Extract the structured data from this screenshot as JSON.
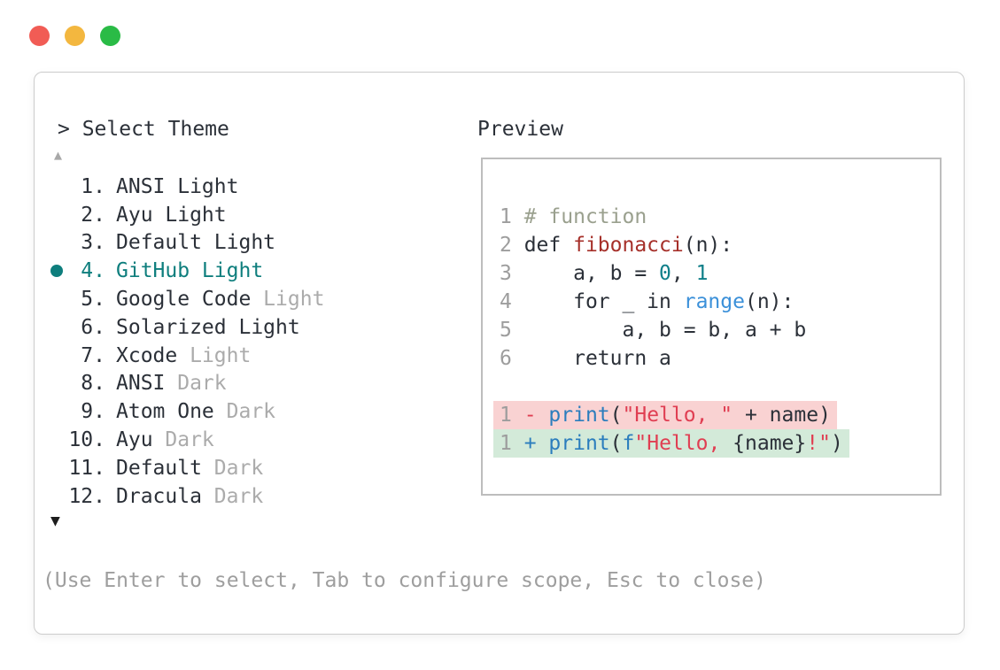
{
  "colors": {
    "close_red": "#f15c55",
    "min_yellow": "#f3b73f",
    "zoom_green": "#2abb46",
    "panel_border": "#cccccc",
    "preview_border": "#bdbdbd",
    "fg": "#2b3038",
    "muted": "#ababab",
    "footer": "#9e9e9e",
    "linenum": "#9d9d9d",
    "selected": "#0e7e7d",
    "scroll_up": "#a8a8a8",
    "scroll_down": "#1d1d1d",
    "comment": "#9aa08e",
    "func": "#a6302a",
    "numlit": "#0f7f89",
    "blue": "#3b90d9",
    "blue2": "#2b7dbd",
    "string": "#e03e52",
    "removed_bg": "#f9d2d2",
    "added_bg": "#d3ead9"
  },
  "selector": {
    "prompt": "> Select Theme",
    "scroll_up": "▲",
    "scroll_down": "▼",
    "hint": "(Use Enter to select, Tab to configure scope, Esc to close)",
    "selected_number": 4,
    "items": [
      {
        "num": "1.",
        "label": "ANSI Light",
        "muted": "",
        "selected": false
      },
      {
        "num": "2.",
        "label": "Ayu Light",
        "muted": "",
        "selected": false
      },
      {
        "num": "3.",
        "label": "Default Light",
        "muted": "",
        "selected": false
      },
      {
        "num": "4.",
        "label": "GitHub Light",
        "muted": "",
        "selected": true
      },
      {
        "num": "5.",
        "label": "Google Code",
        "muted": "Light",
        "selected": false
      },
      {
        "num": "6.",
        "label": "Solarized Light",
        "muted": "",
        "selected": false
      },
      {
        "num": "7.",
        "label": "Xcode",
        "muted": "Light",
        "selected": false
      },
      {
        "num": "8.",
        "label": "ANSI",
        "muted": "Dark",
        "selected": false
      },
      {
        "num": "9.",
        "label": "Atom One",
        "muted": "Dark",
        "selected": false
      },
      {
        "num": "10.",
        "label": "Ayu",
        "muted": "Dark",
        "selected": false
      },
      {
        "num": "11.",
        "label": "Default",
        "muted": "Dark",
        "selected": false
      },
      {
        "num": "12.",
        "label": "Dracula",
        "muted": "Dark",
        "selected": false
      }
    ]
  },
  "preview": {
    "label": "Preview",
    "lines": [
      {
        "num": "1",
        "bg": "",
        "name": "code-line-1",
        "tokens": [
          [
            "# function",
            "comment"
          ]
        ]
      },
      {
        "num": "2",
        "bg": "",
        "name": "code-line-2",
        "tokens": [
          [
            "def ",
            "fg"
          ],
          [
            "fibonacci",
            "func"
          ],
          [
            "(n):",
            "fg"
          ]
        ]
      },
      {
        "num": "3",
        "bg": "",
        "name": "code-line-3",
        "tokens": [
          [
            "    a, b = ",
            "fg"
          ],
          [
            "0",
            "numlit"
          ],
          [
            ", ",
            "fg"
          ],
          [
            "1",
            "numlit"
          ]
        ]
      },
      {
        "num": "4",
        "bg": "",
        "name": "code-line-4",
        "tokens": [
          [
            "    for _ in ",
            "fg"
          ],
          [
            "range",
            "blue"
          ],
          [
            "(n):",
            "fg"
          ]
        ]
      },
      {
        "num": "5",
        "bg": "",
        "name": "code-line-5",
        "tokens": [
          [
            "        a, b = b, a + b",
            "fg"
          ]
        ]
      },
      {
        "num": "6",
        "bg": "",
        "name": "code-line-6",
        "tokens": [
          [
            "    return a",
            "fg"
          ]
        ]
      },
      {
        "num": "",
        "bg": "",
        "name": "code-line-blank",
        "tokens": []
      },
      {
        "num": "1",
        "bg": "removed",
        "name": "diff-removed-line",
        "tokens": [
          [
            "- ",
            "string"
          ],
          [
            "print",
            "blue2"
          ],
          [
            "(",
            "fg"
          ],
          [
            "\"Hello, \"",
            "string"
          ],
          [
            " + name)",
            "fg"
          ]
        ]
      },
      {
        "num": "1",
        "bg": "added",
        "name": "diff-added-line",
        "tokens": [
          [
            "+ ",
            "blue2"
          ],
          [
            "print",
            "blue2"
          ],
          [
            "(",
            "fg"
          ],
          [
            "f",
            "blue2"
          ],
          [
            "\"Hello, ",
            "string"
          ],
          [
            "{name}",
            "fg"
          ],
          [
            "!\"",
            "string"
          ],
          [
            ")",
            "fg"
          ]
        ]
      }
    ]
  }
}
